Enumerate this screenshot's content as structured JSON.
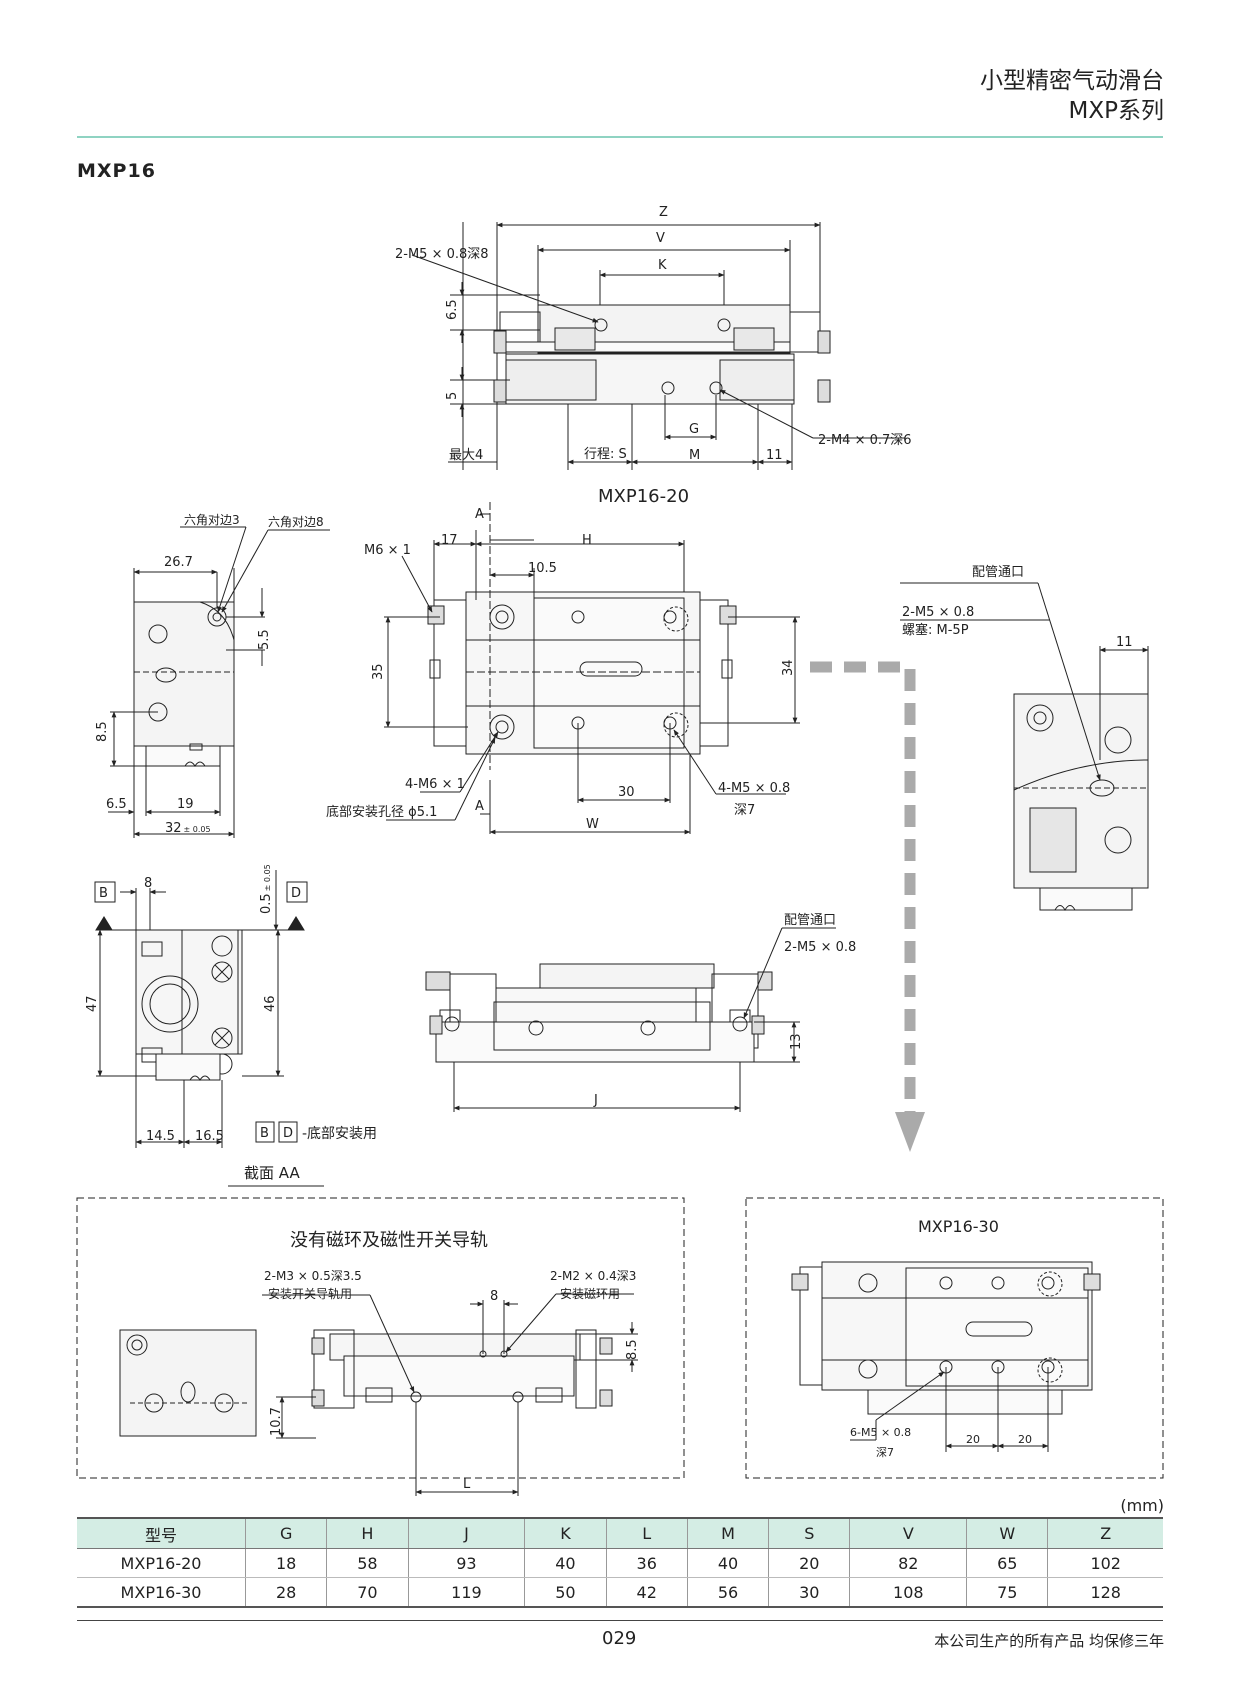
{
  "header": {
    "title": "小型精密气动滑台",
    "series": "MXP系列"
  },
  "model_label": "MXP16",
  "views": {
    "top": {
      "caption": "MXP16-20",
      "dims": {
        "z": "Z",
        "v": "V",
        "k": "K",
        "g": "G",
        "m": "M",
        "h65": "6.5",
        "h5": "5",
        "m11": "11",
        "stroke": "行程: S",
        "max4": "最大4",
        "tap_top": "2-M5 × 0.8深8",
        "tap_bot": "2-M4 × 0.7深6"
      }
    },
    "end": {
      "hex3": "六角对边3",
      "hex8": "六角对边8",
      "w267": "26.7",
      "d55": "5.5",
      "d85": "8.5",
      "d65": "6.5",
      "d19": "19",
      "d32": "32",
      "d32tol": "± 0.05"
    },
    "plan": {
      "a": "A",
      "h": "H",
      "m6": "M6 × 1",
      "d17": "17",
      "d105": "10.5",
      "d35": "35",
      "d34": "34",
      "d30": "30",
      "w": "W",
      "holes1": "4-M6 × 1",
      "holes2": "4-M5 × 0.8",
      "depth7": "深7",
      "base_hole": "底部安装孔径 ϕ5.1"
    },
    "port_view": {
      "port": "配管通口",
      "m5": "2-M5 × 0.8",
      "plug": "螺塞: M-5P",
      "d11": "11"
    },
    "bottom": {
      "b": "B",
      "d": "D",
      "d8": "8",
      "d05": "0.5",
      "d05tol": "± 0.05",
      "d47": "47",
      "d46": "46",
      "d145": "14.5",
      "d165": "16.5",
      "mount_note": "-底部安装用"
    },
    "side": {
      "port": "配管通口",
      "m5": "2-M5 × 0.8",
      "d13": "13",
      "j": "J"
    },
    "section": {
      "label": "截面 AA"
    },
    "box_left": {
      "title": "没有磁环及磁性开关导轨",
      "tap1": "2-M3 × 0.5深3.5",
      "tap1_note": "安装开关导轨用",
      "tap2": "2-M2 × 0.4深3",
      "tap2_note": "安装磁环用",
      "d8": "8",
      "d85": "8.5",
      "d107": "10.7",
      "l": "L"
    },
    "box_right": {
      "title": "MXP16-30",
      "holes": "6-M5 × 0.8",
      "depth": "深7",
      "d20a": "20",
      "d20b": "20"
    }
  },
  "table": {
    "unit": "(mm)",
    "headers": [
      "型号",
      "G",
      "H",
      "J",
      "K",
      "L",
      "M",
      "S",
      "V",
      "W",
      "Z"
    ],
    "rows": [
      [
        "MXP16-20",
        "18",
        "58",
        "93",
        "40",
        "36",
        "40",
        "20",
        "82",
        "65",
        "102"
      ],
      [
        "MXP16-30",
        "28",
        "70",
        "119",
        "50",
        "42",
        "56",
        "30",
        "108",
        "75",
        "128"
      ]
    ]
  },
  "footer": {
    "page": "029",
    "warranty": "本公司生产的所有产品 均保修三年"
  },
  "colors": {
    "accent_rule": "#8fd3c2",
    "table_header_bg": "#d4ede4",
    "flow_arrow": "#aaaaaa"
  }
}
